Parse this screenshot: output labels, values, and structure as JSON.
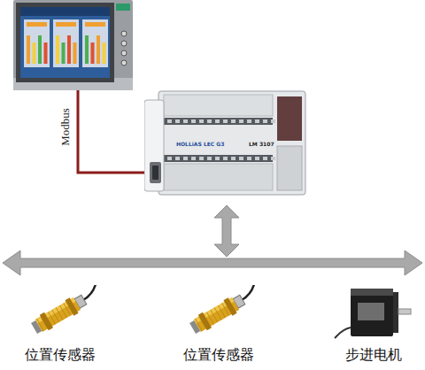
{
  "diagram": {
    "nodes": [
      {
        "text": []
      },
      {
        "text": [
          "HOLLiAS LEC G3",
          "LM 3107"
        ]
      },
      {
        "text": [
          "位置传感器"
        ]
      },
      {
        "text": [
          "位置传感器"
        ]
      },
      {
        "text": [
          "步进电机"
        ]
      }
    ],
    "edges": [
      {
        "from": 0,
        "to": 1,
        "arrow": "none",
        "label": "Modbus"
      }
    ]
  }
}
